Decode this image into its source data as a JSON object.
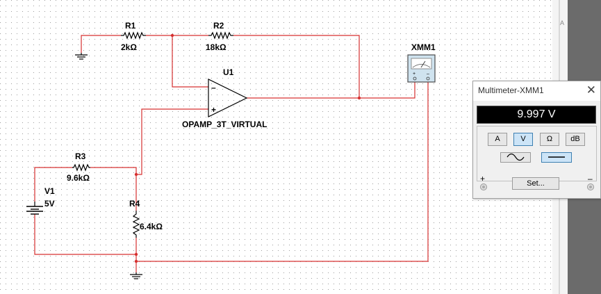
{
  "circuit": {
    "r1": {
      "name": "R1",
      "value": "2kΩ"
    },
    "r2": {
      "name": "R2",
      "value": "18kΩ"
    },
    "r3": {
      "name": "R3",
      "value": "9.6kΩ"
    },
    "r4": {
      "name": "R4",
      "value": "6.4kΩ"
    },
    "v1": {
      "name": "V1",
      "value": "5V"
    },
    "u1": {
      "name": "U1",
      "model": "OPAMP_3T_VIRTUAL"
    },
    "xmm1": {
      "name": "XMM1"
    },
    "opamp_minus": "–",
    "opamp_plus": "+"
  },
  "multimeter": {
    "title": "Multimeter-XMM1",
    "close": "✕",
    "reading": "9.997 V",
    "buttons": {
      "amps": "A",
      "volts": "V",
      "ohms": "Ω",
      "db": "dB"
    },
    "mode_ac": "ac-wave-icon",
    "mode_dc": "dc-line-icon",
    "plus": "+",
    "minus": "–",
    "set": "Set..."
  },
  "colors": {
    "wire": "#d63030",
    "component": "#000000",
    "grid_dot": "#9a9a9a",
    "ruler_dark": "#6b6b6b",
    "display_bg": "#000000",
    "selected_btn": "#cce4f7"
  }
}
